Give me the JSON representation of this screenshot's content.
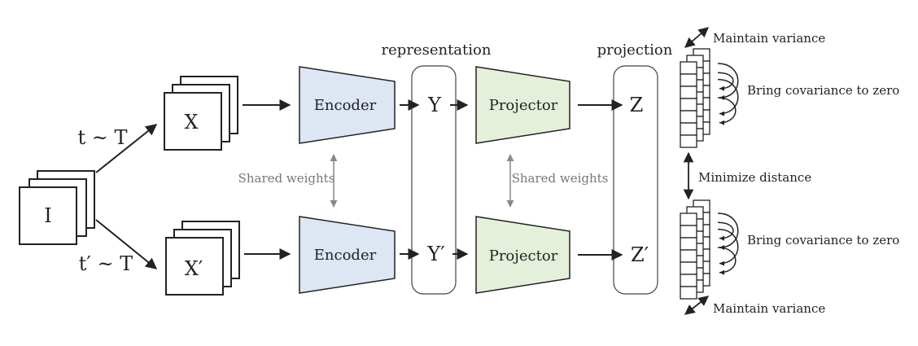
{
  "labels": {
    "input": "I",
    "view_top": "X",
    "view_bottom": "X′",
    "transform_top": "t ~ T",
    "transform_bottom": "t′ ~ T",
    "encoder_top": "Encoder",
    "encoder_bottom": "Encoder",
    "projector_top": "Projector",
    "projector_bottom": "Projector",
    "repr_top": "Y",
    "repr_bottom": "Y′",
    "proj_top": "Z",
    "proj_bottom": "Z′",
    "representation_header": "representation",
    "projection_header": "projection",
    "shared_weights_encoder": "Shared weights",
    "shared_weights_projector": "Shared weights",
    "maintain_variance_top": "Maintain variance",
    "maintain_variance_bottom": "Maintain variance",
    "covariance_top": "Bring covariance  to zero",
    "covariance_bottom": "Bring covariance  to zero",
    "minimize_distance": "Minimize  distance"
  },
  "colors": {
    "encoder_fill": "#dde6f3",
    "projector_fill": "#e4f0da",
    "stroke": "#222222",
    "shared_arrow": "#888888",
    "shared_text": "#777777"
  }
}
